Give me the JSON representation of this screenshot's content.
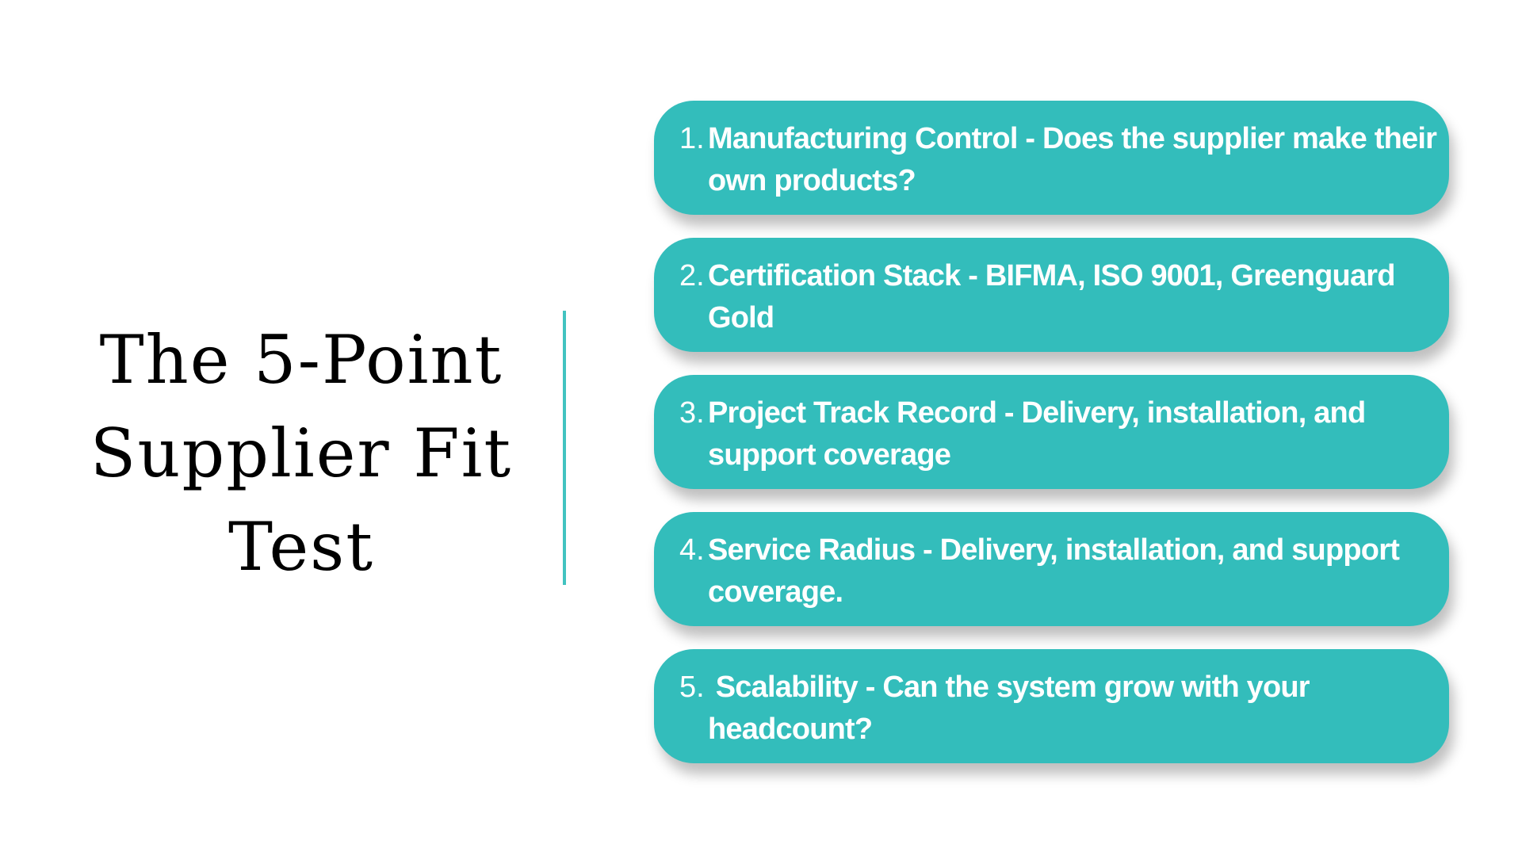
{
  "title": {
    "lines": [
      "The 5-Point",
      "Supplier Fit",
      "Test"
    ]
  },
  "colors": {
    "accent": "#33bdbb",
    "divider": "#42c3c0",
    "text_on_accent": "#ffffff",
    "title_text": "#000000"
  },
  "items": [
    {
      "number": "1.",
      "text": "Manufacturing Control - Does the supplier make their own products?"
    },
    {
      "number": "2.",
      "text": "Certification Stack - BIFMA, ISO 9001, Greenguard Gold"
    },
    {
      "number": "3.",
      "text": "Project Track Record - Delivery, installation, and support coverage"
    },
    {
      "number": "4.",
      "text": "Service Radius - Delivery, installation, and support coverage."
    },
    {
      "number": "5.",
      "text": " Scalability - Can the system grow with your headcount?"
    }
  ]
}
